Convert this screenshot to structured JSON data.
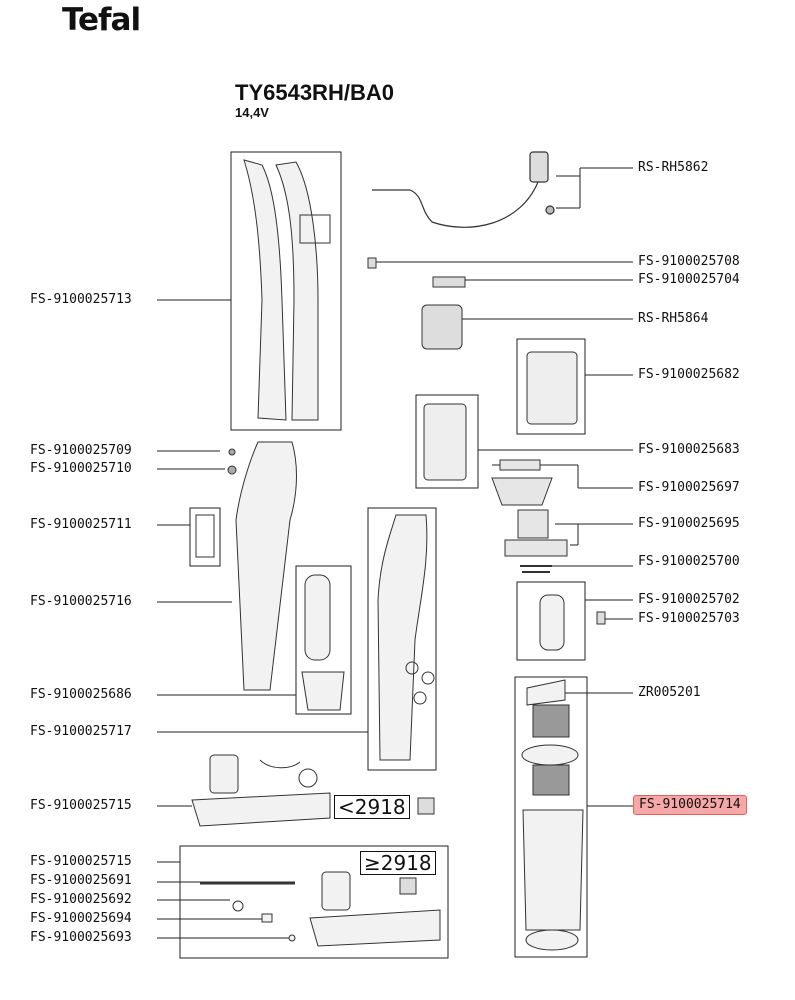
{
  "brand": "Tefal",
  "model": "TY6543RH/BA0",
  "voltage": "14,4V",
  "highlight_color": "#f6a7a7",
  "labels_left": [
    "FS-9100025713",
    "FS-9100025709",
    "FS-9100025710",
    "FS-9100025711",
    "FS-9100025716",
    "FS-9100025686",
    "FS-9100025717",
    "FS-9100025715",
    "FS-9100025715",
    "FS-9100025691",
    "FS-9100025692",
    "FS-9100025694",
    "FS-9100025693"
  ],
  "labels_right": [
    "RS-RH5862",
    "FS-9100025708",
    "FS-9100025704",
    "RS-RH5864",
    "FS-9100025682",
    "FS-9100025683",
    "FS-9100025697",
    "FS-9100025695",
    "FS-9100025700",
    "FS-9100025702",
    "FS-9100025703",
    "ZR005201",
    "FS-9100025714"
  ],
  "version_old": "<2918",
  "version_new": "≥2918"
}
